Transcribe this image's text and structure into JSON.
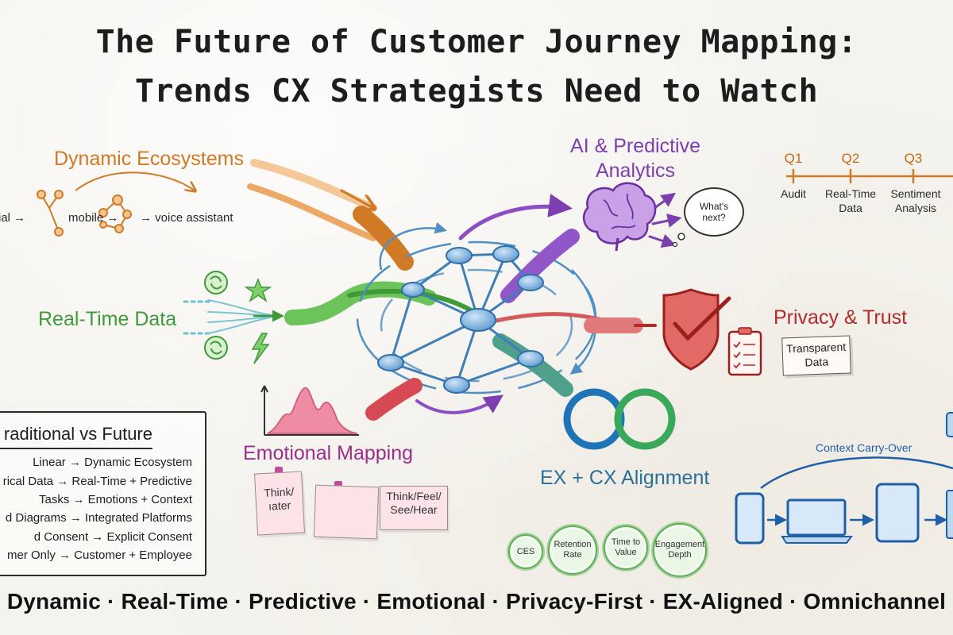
{
  "title": {
    "line1": "The Future of Customer Journey Mapping:",
    "line2": "Trends CX Strategists Need to Watch"
  },
  "colors": {
    "dynamic": "#d07a26",
    "realtime": "#3f9a3a",
    "ai": "#7d3fb0",
    "privacy": "#b32a2a",
    "emotional": "#9a2f8e",
    "alignment": "#2a6f98",
    "context": "#1f5fa8",
    "hub": "#6fa9d8"
  },
  "dynamic_ecosystems": {
    "heading": "Dynamic Ecosystems",
    "flow": [
      "ial →",
      "mobile →",
      "→ voice assistant"
    ]
  },
  "real_time": {
    "heading": "Real-Time Data"
  },
  "ai_predictive": {
    "heading_line1": "AI & Predictive",
    "heading_line2": "Analytics",
    "bubble_line1": "What's",
    "bubble_line2": "next?"
  },
  "timeline": {
    "quarters": [
      "Q1",
      "Q2",
      "Q3"
    ],
    "items": [
      {
        "line1": "Audit",
        "line2": ""
      },
      {
        "line1": "Real-Time",
        "line2": "Data"
      },
      {
        "line1": "Sentiment",
        "line2": "Analysis"
      }
    ]
  },
  "privacy": {
    "heading": "Privacy & Trust",
    "tag_line1": "Transparent",
    "tag_line2": "Data"
  },
  "emotional": {
    "heading": "Emotional Mapping",
    "notes": [
      {
        "line1": "Think/",
        "line2": "ıater"
      },
      {
        "line1": "Think/Feel/",
        "line2": "See/Hear"
      }
    ]
  },
  "alignment": {
    "heading": "EX + CX Alignment",
    "badges": [
      "CES",
      "Retention Rate",
      "Time to Value",
      "Engagement Depth"
    ]
  },
  "context": {
    "label": "Context Carry-Over"
  },
  "comparison": {
    "title": "raditional vs Future",
    "rows": [
      "Linear → Dynamic Ecosystem",
      "rical Data → Real-Time + Predictive",
      "Tasks → Emotions + Context",
      "d Diagrams → Integrated Platforms",
      "d Consent → Explicit Consent",
      "mer Only → Customer + Employee"
    ]
  },
  "footer": "Dynamic · Real-Time · Predictive · Emotional · Privacy-First · EX-Aligned · Omnichannel"
}
